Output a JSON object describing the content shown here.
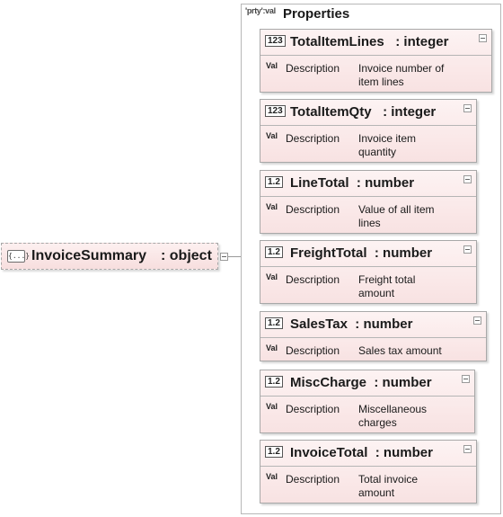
{
  "root": {
    "icon_text": "{...}",
    "name": "InvoiceSummary",
    "type": ": object"
  },
  "properties": {
    "tag": "'prty':val",
    "title": "Properties",
    "description_label": "Description",
    "val_label": "Val",
    "items": [
      {
        "badge": "123",
        "name": "TotalItemLines",
        "type": ": integer",
        "desc_line1": "Invoice number of",
        "desc_line2": "item lines"
      },
      {
        "badge": "123",
        "name": "TotalItemQty",
        "type": ": integer",
        "desc_line1": "Invoice item",
        "desc_line2": "quantity"
      },
      {
        "badge": "1.2",
        "name": "LineTotal",
        "type": ": number",
        "desc_line1": "Value of all item",
        "desc_line2": "lines"
      },
      {
        "badge": "1.2",
        "name": "FreightTotal",
        "type": ": number",
        "desc_line1": "Freight total",
        "desc_line2": "amount"
      },
      {
        "badge": "1.2",
        "name": "SalesTax",
        "type": ": number",
        "desc_line1": "Sales tax amount",
        "desc_line2": ""
      },
      {
        "badge": "1.2",
        "name": "MiscCharge",
        "type": ": number",
        "desc_line1": "Miscellaneous",
        "desc_line2": "charges"
      },
      {
        "badge": "1.2",
        "name": "InvoiceTotal",
        "type": ": number",
        "desc_line1": "Total invoice",
        "desc_line2": "amount"
      }
    ]
  },
  "icons": {
    "root": "object-icon",
    "integer": "integer-type-icon",
    "number": "number-type-icon",
    "collapse": "collapse-icon"
  }
}
